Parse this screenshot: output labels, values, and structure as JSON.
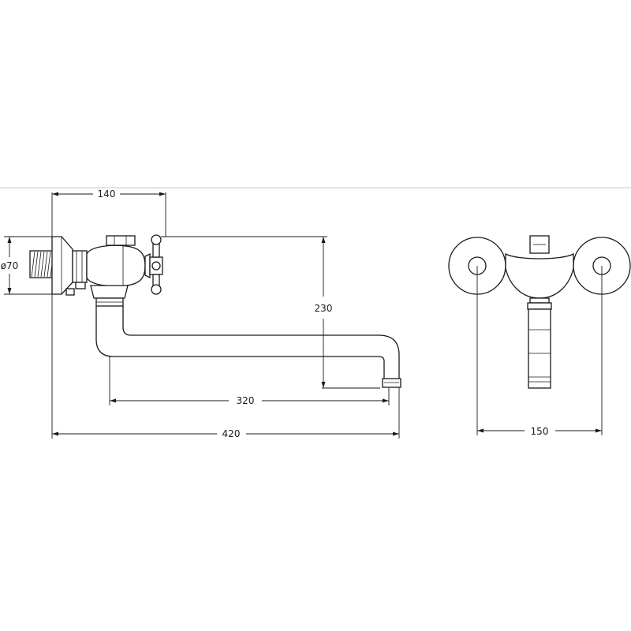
{
  "dimensions": {
    "width_140": "140",
    "diameter_70": "ø70",
    "height_230": "230",
    "spout_320": "320",
    "overall_420": "420",
    "spacing_150": "150"
  }
}
